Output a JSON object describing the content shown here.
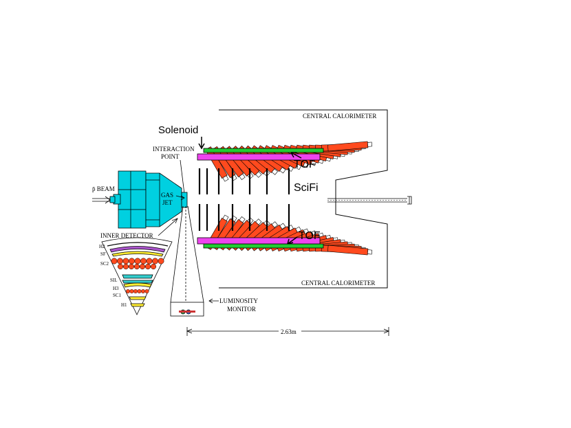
{
  "labels": {
    "central_calorimeter_top": "CENTRAL CALORIMETER",
    "central_calorimeter_bottom": "CENTRAL CALORIMETER",
    "solenoid": "Solenoid",
    "interaction_point_line1": "INTERACTION",
    "interaction_point_line2": "POINT",
    "tof_top": "TOF",
    "tof_bottom": "TOF",
    "scifi": "SciFi",
    "pbar_beam": "p̄ BEAM",
    "gas_jet_line1": "GAS",
    "gas_jet_line2": "JET",
    "inner_detector": "INNER DETECTOR",
    "layer_h2": "H2",
    "layer_sf": "SF",
    "layer_sc2": "SC2",
    "layer_sil": "SIL",
    "layer_h3": "H3",
    "layer_sc1": "SC1",
    "layer_h1": "H1",
    "luminosity_line1": "LUMINOSITY",
    "luminosity_line2": "MONITOR",
    "scale_length": "2.63m"
  },
  "colors": {
    "calorimeter": "#ff4a1e",
    "solenoid": "#22cc33",
    "tof": "#ee44ee",
    "gas_jet": "#00d0e0",
    "inner_yellow": "#ffee33",
    "inner_purple": "#aa55cc",
    "inner_cyan": "#33cccc",
    "outline": "#000000"
  }
}
